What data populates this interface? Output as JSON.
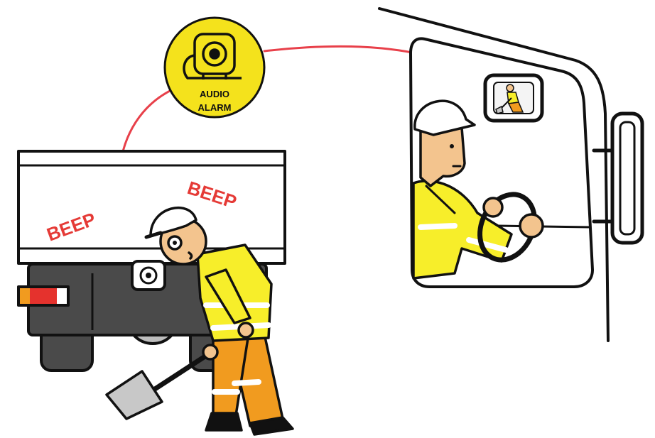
{
  "badge": {
    "line1": "AUDIO",
    "line2": "ALARM",
    "icon": "speaker-icon"
  },
  "sounds": {
    "left": "BEEP",
    "right": "BEEP"
  },
  "colors": {
    "badge_fill": "#f4e21c",
    "alarm_line": "#e8404a",
    "beep_text": "#e53a36",
    "hi_vis_yellow": "#f7ee2a",
    "hi_vis_orange": "#f19b1f",
    "truck_dark": "#4a4a4a",
    "outline": "#111111"
  }
}
